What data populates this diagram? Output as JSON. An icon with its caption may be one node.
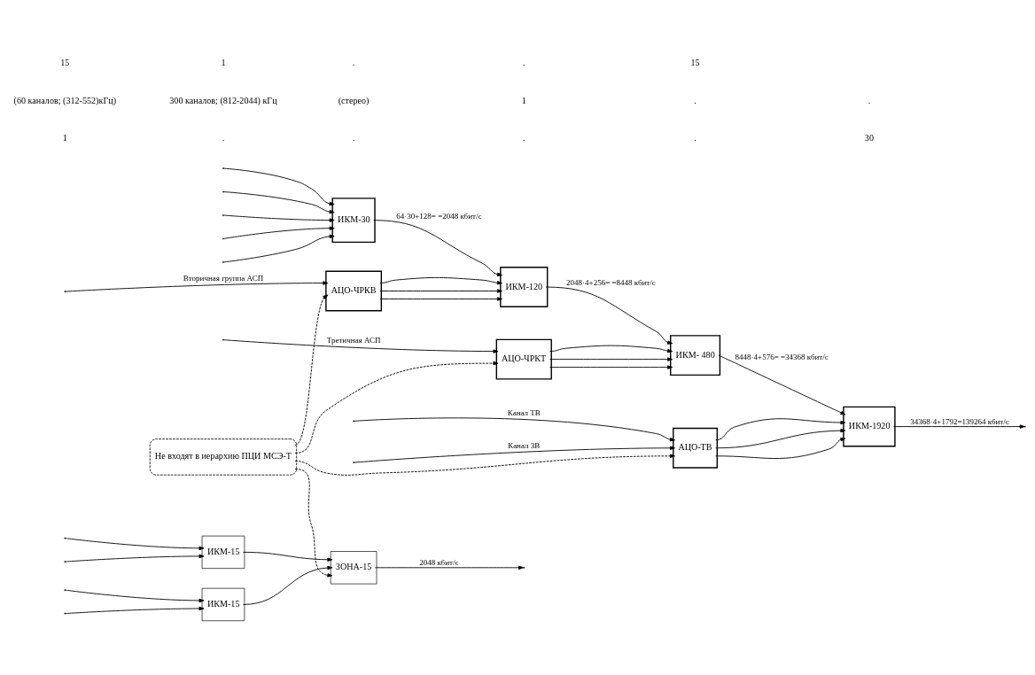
{
  "diagram": {
    "nodes": [
      {
        "text": [
          "ИКМ-30"
        ]
      },
      {
        "text": [
          "ИКМ-120"
        ]
      },
      {
        "text": [
          "ИКМ- 480"
        ]
      },
      {
        "text": [
          "ИКМ-1920"
        ]
      },
      {
        "text": [
          "АЦО-ЧРКВ"
        ]
      },
      {
        "text": [
          "АЦО-ЧРКТ"
        ]
      },
      {
        "text": [
          "АЦО-ТВ"
        ]
      },
      {
        "text": [
          "ИКМ-15"
        ]
      },
      {
        "text": [
          "ИКМ-15"
        ]
      },
      {
        "text": [
          "ЗОНА-15"
        ]
      },
      {
        "text": [
          "Не входят в иерархию ПЦИ МСЭ-Т"
        ]
      }
    ],
    "edges": [
      {
        "from": null,
        "to": 0,
        "arrow": "to"
      },
      {
        "from": null,
        "to": 0,
        "arrow": "to"
      },
      {
        "from": null,
        "to": 0,
        "arrow": "to"
      },
      {
        "from": null,
        "to": 0,
        "arrow": "to"
      },
      {
        "from": null,
        "to": 0,
        "arrow": "to"
      },
      {
        "from": 0,
        "to": 1,
        "arrow": "to",
        "label": "64·30+128= =2048 кбит/с"
      },
      {
        "from": 1,
        "to": 2,
        "arrow": "to",
        "label": "2048·4+256= =8448 кбит/с"
      },
      {
        "from": 2,
        "to": 3,
        "arrow": "to",
        "label": "8448·4+576= =34368 кбит/с"
      },
      {
        "from": 3,
        "to": null,
        "arrow": "to",
        "label": "34368·4+1792=139264 кбит/с"
      },
      {
        "from": 4,
        "to": 1,
        "arrow": "to"
      },
      {
        "from": 4,
        "to": 1,
        "arrow": "to"
      },
      {
        "from": 4,
        "to": 1,
        "arrow": "to"
      },
      {
        "from": 5,
        "to": 2,
        "arrow": "to"
      },
      {
        "from": 5,
        "to": 2,
        "arrow": "to"
      },
      {
        "from": 5,
        "to": 2,
        "arrow": "to"
      },
      {
        "from": 6,
        "to": 3,
        "arrow": "to"
      },
      {
        "from": 6,
        "to": 3,
        "arrow": "to"
      },
      {
        "from": 6,
        "to": 3,
        "arrow": "to"
      },
      {
        "from": null,
        "to": 4,
        "arrow": "to",
        "label": "Вторичная группа АСП"
      },
      {
        "from": null,
        "to": 5,
        "arrow": "to",
        "label": "Третичная АСП"
      },
      {
        "from": null,
        "to": 6,
        "arrow": "to",
        "label": "Канал ТВ"
      },
      {
        "from": null,
        "to": 6,
        "arrow": "to",
        "label": "Канал ЗВ"
      },
      {
        "from": null,
        "to": 7,
        "arrow": "to"
      },
      {
        "from": null,
        "to": 7,
        "arrow": "to"
      },
      {
        "from": null,
        "to": 8,
        "arrow": "to"
      },
      {
        "from": null,
        "to": 8,
        "arrow": "to"
      },
      {
        "from": 7,
        "to": 9,
        "arrow": "to"
      },
      {
        "from": 8,
        "to": 9,
        "arrow": "to"
      },
      {
        "from": 9,
        "to": null,
        "arrow": "to",
        "label": "2048 кбит/с"
      },
      {
        "from": 10,
        "to": 4,
        "arrow": "to",
        "style": "dashed"
      },
      {
        "from": 10,
        "to": 5,
        "arrow": "to",
        "style": "dashed"
      },
      {
        "from": 10,
        "to": 6,
        "arrow": "to",
        "style": "dashed"
      },
      {
        "from": 10,
        "to": 9,
        "arrow": "to",
        "style": "dashed"
      }
    ],
    "labels": [
      "1",
      ".",
      ".",
      ".",
      ".",
      "30",
      "(60 каналов; (312-552)кГц)",
      "300 каналов; (812-2044) кГц",
      "(стерео)",
      "1",
      ".",
      ".",
      "15",
      "1",
      ".",
      ".",
      "15"
    ]
  }
}
